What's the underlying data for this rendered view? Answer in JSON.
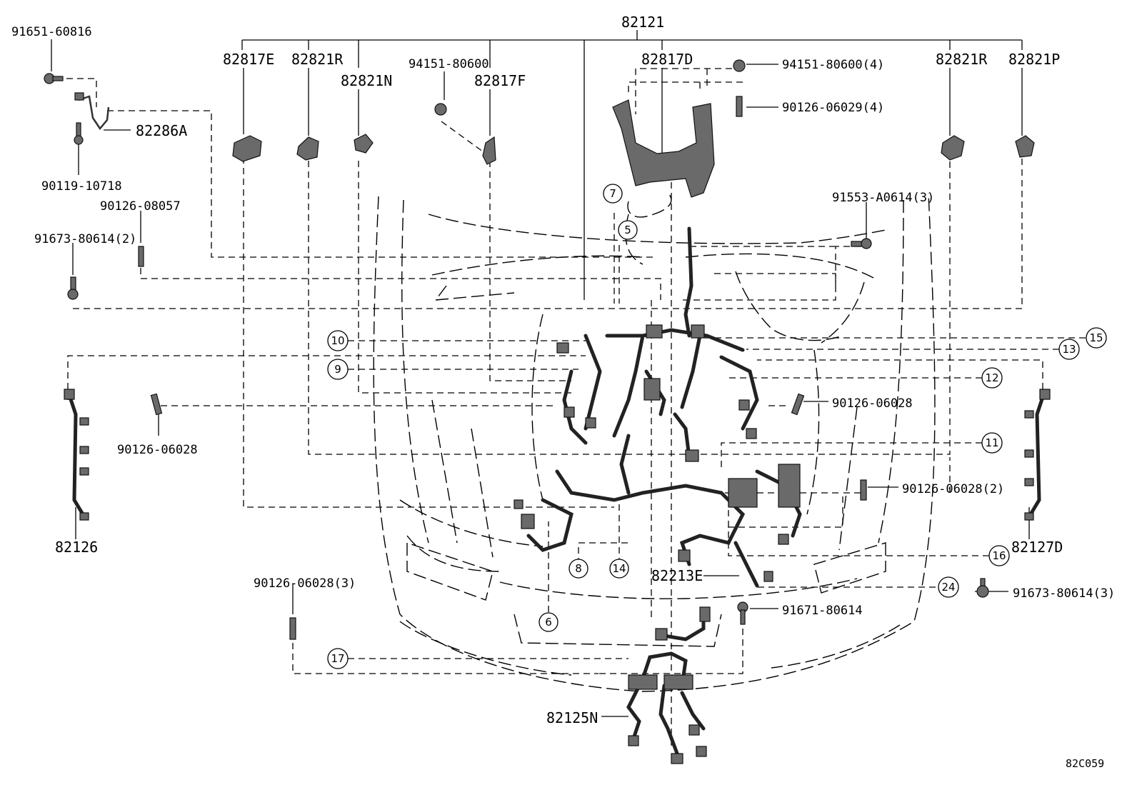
{
  "diagram_code": "82C059",
  "labels": {
    "top_assembly": "82121",
    "p_82817E": "82817E",
    "p_82821R_left": "82821R",
    "p_82821N": "82821N",
    "p_94151_80600": "94151-80600",
    "p_82817F": "82817F",
    "p_82817D": "82817D",
    "p_94151_80600_4": "94151-80600(4)",
    "p_90126_06029_4": "90126-06029(4)",
    "p_82821R_right": "82821R",
    "p_82821P": "82821P",
    "p_91651_60816": "91651-60816",
    "p_82286A": "82286A",
    "p_90119_10718": "90119-10718",
    "p_90126_08057": "90126-08057",
    "p_91673_80614_2": "91673-80614(2)",
    "p_91553_A0614_3": "91553-A0614(3)",
    "p_82126": "82126",
    "p_90126_06028_left": "90126-06028",
    "p_90126_06028_right": "90126-06028",
    "p_90126_06028_2": "90126-06028(2)",
    "p_82127D": "82127D",
    "p_82213E": "82213E",
    "p_90126_06028_3": "90126-06028(3)",
    "p_91671_80614": "91671-80614",
    "p_91673_80614_3": "91673-80614(3)",
    "p_82125N": "82125N"
  },
  "refs": {
    "r5": "5",
    "r6": "6",
    "r7": "7",
    "r8": "8",
    "r9": "9",
    "r10": "10",
    "r11": "11",
    "r12": "12",
    "r13": "13",
    "r14": "14",
    "r15": "15",
    "r16": "16",
    "r17": "17",
    "r24": "24"
  }
}
